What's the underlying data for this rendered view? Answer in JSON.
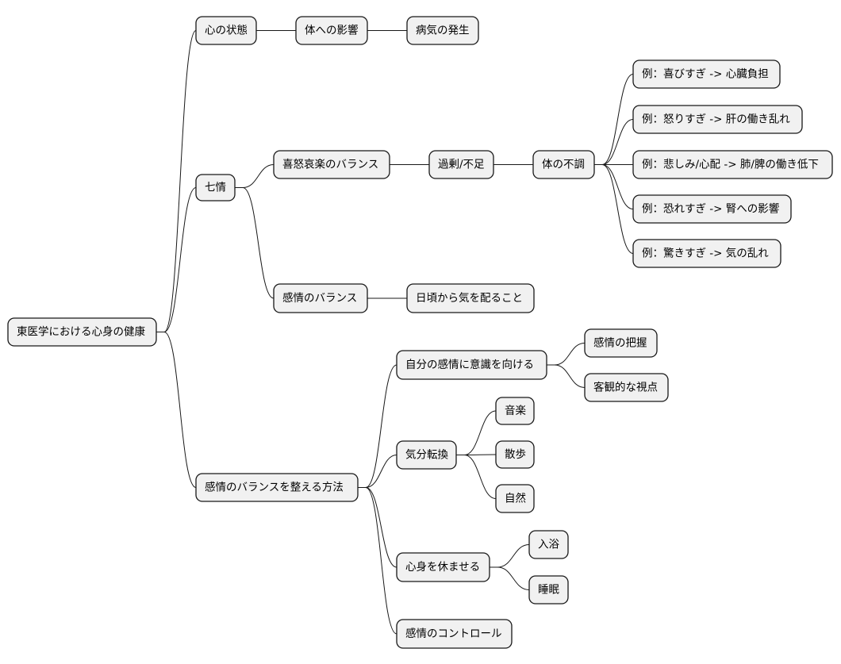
{
  "mindmap": {
    "root": {
      "id": "root",
      "label": "東医学における心身の健康",
      "children": [
        {
          "id": "mind-state",
          "label": "心の状態",
          "children": [
            {
              "id": "effect-on-body",
              "label": "体への影響",
              "children": [
                {
                  "id": "disease-onset",
                  "label": "病気の発生",
                  "children": []
                }
              ]
            }
          ]
        },
        {
          "id": "seven-emotions",
          "label": "七情",
          "children": [
            {
              "id": "emotion-balance-4",
              "label": "喜怒哀楽のバランス",
              "children": [
                {
                  "id": "excess-deficiency",
                  "label": "過剰/不足",
                  "children": [
                    {
                      "id": "body-disorder",
                      "label": "体の不調",
                      "children": [
                        {
                          "id": "ex-joy",
                          "label": "例：喜びすぎ -> 心臓負担",
                          "children": []
                        },
                        {
                          "id": "ex-anger",
                          "label": "例：怒りすぎ -> 肝の働き乱れ",
                          "children": []
                        },
                        {
                          "id": "ex-sadness",
                          "label": "例：悲しみ/心配 -> 肺/脾の働き低下",
                          "children": []
                        },
                        {
                          "id": "ex-fear",
                          "label": "例：恐れすぎ -> 腎への影響",
                          "children": []
                        },
                        {
                          "id": "ex-surprise",
                          "label": "例：驚きすぎ -> 気の乱れ",
                          "children": []
                        }
                      ]
                    }
                  ]
                }
              ]
            },
            {
              "id": "emotion-balance",
              "label": "感情のバランス",
              "children": [
                {
                  "id": "daily-qi-care",
                  "label": "日頃から気を配ること",
                  "children": []
                }
              ]
            }
          ]
        },
        {
          "id": "balance-methods",
          "label": "感情のバランスを整える方法",
          "children": [
            {
              "id": "self-awareness",
              "label": "自分の感情に意識を向ける",
              "children": [
                {
                  "id": "grasp-emotions",
                  "label": "感情の把握",
                  "children": []
                },
                {
                  "id": "objective-view",
                  "label": "客観的な視点",
                  "children": []
                }
              ]
            },
            {
              "id": "mood-change",
              "label": "気分転換",
              "children": [
                {
                  "id": "music",
                  "label": "音楽",
                  "children": []
                },
                {
                  "id": "walk",
                  "label": "散歩",
                  "children": []
                },
                {
                  "id": "nature",
                  "label": "自然",
                  "children": []
                }
              ]
            },
            {
              "id": "rest",
              "label": "心身を休ませる",
              "children": [
                {
                  "id": "bathing",
                  "label": "入浴",
                  "children": []
                },
                {
                  "id": "sleep",
                  "label": "睡眠",
                  "children": []
                }
              ]
            },
            {
              "id": "emotion-control",
              "label": "感情のコントロール",
              "children": []
            }
          ]
        }
      ]
    }
  }
}
